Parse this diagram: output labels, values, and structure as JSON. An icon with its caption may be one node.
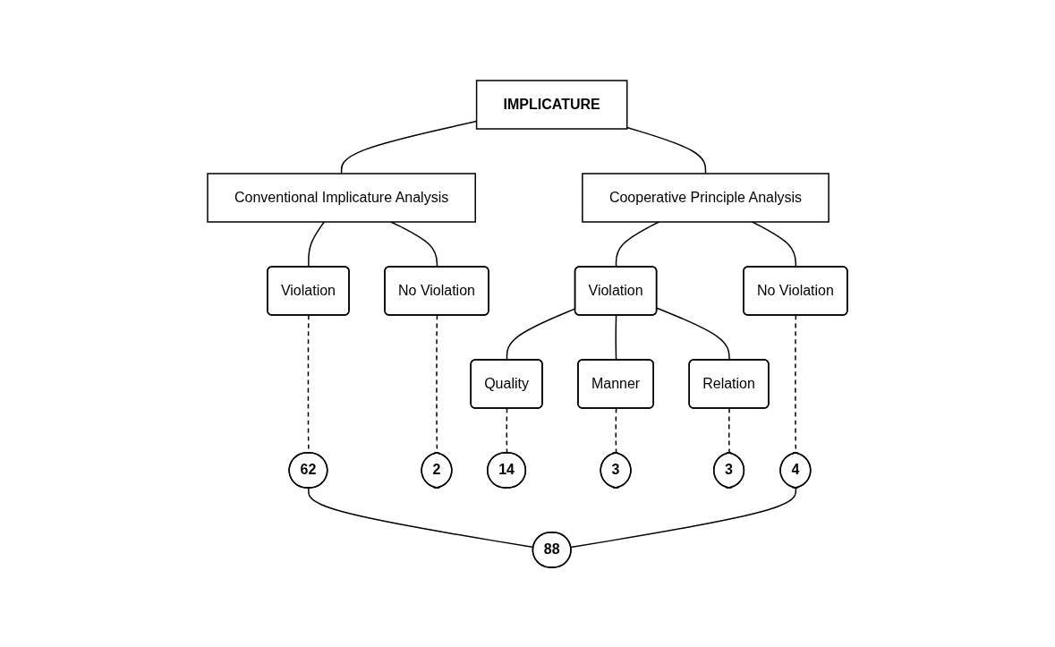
{
  "diagram": {
    "nodes": [
      {
        "text": [
          "IMPLICATURE"
        ]
      },
      {
        "text": [
          "Conventional Implicature Analysis"
        ]
      },
      {
        "text": [
          "Cooperative Principle Analysis"
        ]
      },
      {
        "text": [
          "Violation"
        ]
      },
      {
        "text": [
          "No Violation"
        ]
      },
      {
        "text": [
          "Violation"
        ]
      },
      {
        "text": [
          "No Violation"
        ]
      },
      {
        "text": [
          "Quality"
        ]
      },
      {
        "text": [
          "Manner"
        ]
      },
      {
        "text": [
          "Relation"
        ]
      },
      {
        "text": [
          "62"
        ]
      },
      {
        "text": [
          "2"
        ]
      },
      {
        "text": [
          "14"
        ]
      },
      {
        "text": [
          "3"
        ]
      },
      {
        "text": [
          "3"
        ]
      },
      {
        "text": [
          "4"
        ]
      },
      {
        "text": [
          "88"
        ]
      }
    ],
    "edges": [
      {
        "from": 0,
        "to": 1,
        "arrow": "none"
      },
      {
        "from": 0,
        "to": 2,
        "arrow": "none"
      },
      {
        "from": 1,
        "to": 3,
        "arrow": "none"
      },
      {
        "from": 1,
        "to": 4,
        "arrow": "none"
      },
      {
        "from": 2,
        "to": 5,
        "arrow": "none"
      },
      {
        "from": 2,
        "to": 6,
        "arrow": "none"
      },
      {
        "from": 5,
        "to": 7,
        "arrow": "none"
      },
      {
        "from": 5,
        "to": 8,
        "arrow": "none"
      },
      {
        "from": 5,
        "to": 9,
        "arrow": "none"
      },
      {
        "from": 3,
        "to": 10,
        "arrow": "none",
        "style": "dashed"
      },
      {
        "from": 4,
        "to": 11,
        "arrow": "none",
        "style": "dashed"
      },
      {
        "from": 7,
        "to": 12,
        "arrow": "none",
        "style": "dashed"
      },
      {
        "from": 8,
        "to": 13,
        "arrow": "none",
        "style": "dashed"
      },
      {
        "from": 9,
        "to": 14,
        "arrow": "none",
        "style": "dashed"
      },
      {
        "from": 6,
        "to": 15,
        "arrow": "none",
        "style": "dashed"
      },
      {
        "from": 10,
        "to": 16,
        "arrow": "none"
      },
      {
        "from": 15,
        "to": 16,
        "arrow": "none"
      }
    ]
  }
}
